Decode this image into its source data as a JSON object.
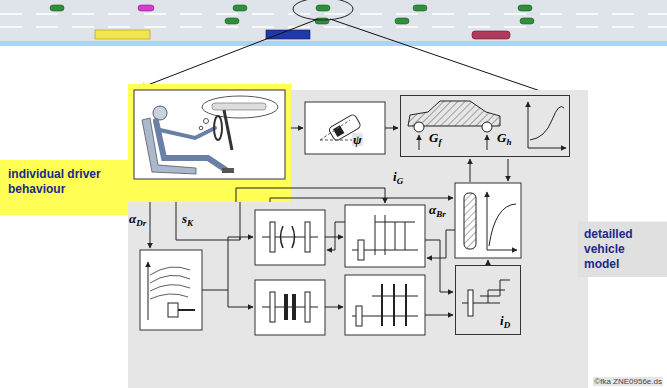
{
  "diagram": {
    "nodes": [
      {
        "text": [
          "individual driver behaviour"
        ]
      },
      {
        "text": [
          "Gf",
          "Gh"
        ]
      },
      {
        "text": [
          "detailled vehicle model"
        ]
      },
      {
        "text": [
          "iD"
        ]
      }
    ],
    "labels": [
      "ψ",
      "αBr",
      "iG",
      "αDr",
      "sK",
      "©fka ZNE0956e.ds"
    ]
  }
}
